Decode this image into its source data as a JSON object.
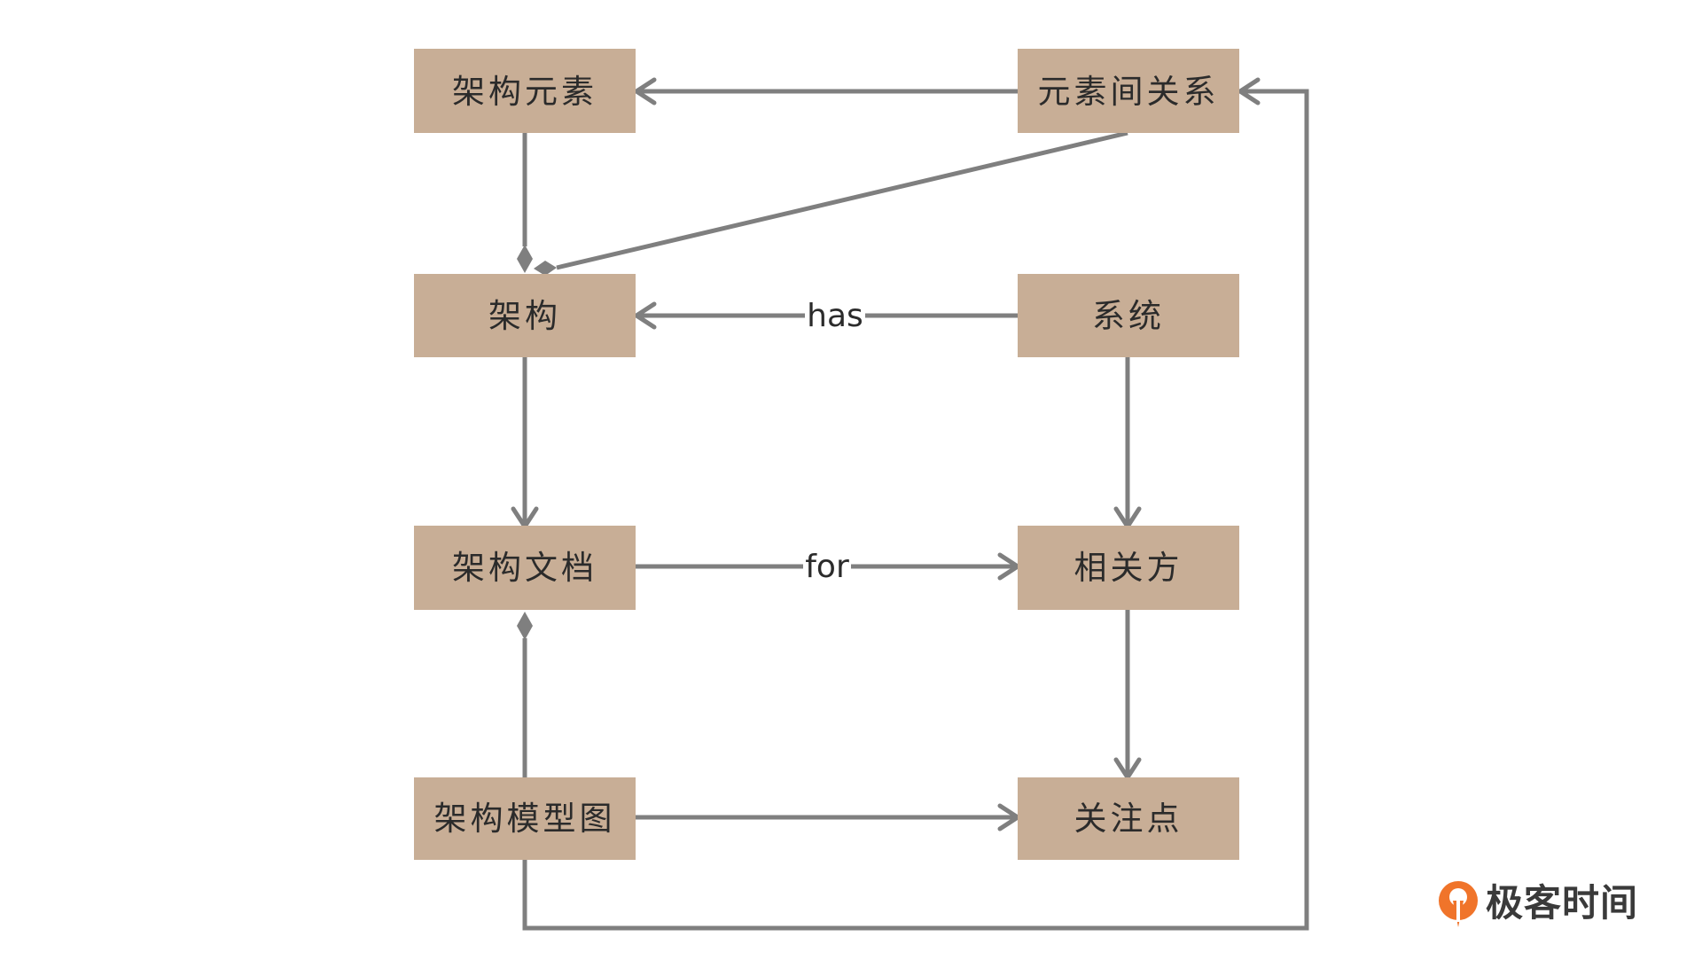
{
  "nodes": {
    "arch_elements": "架构元素",
    "element_relations": "元素间关系",
    "architecture": "架构",
    "system": "系统",
    "arch_document": "架构文档",
    "stakeholders": "相关方",
    "arch_model": "架构模型图",
    "concerns": "关注点"
  },
  "edges": {
    "has": "has",
    "for": "for"
  },
  "logo": {
    "text": "极客时间"
  },
  "colors": {
    "node_fill": "#c8ae96",
    "edge": "#7f7f7f",
    "logo_orange": "#f0742a"
  }
}
